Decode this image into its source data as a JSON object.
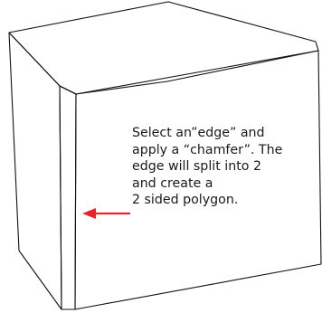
{
  "annotation": {
    "lines": [
      "Select an”edge” and",
      "apply a “chamfer”. The",
      "edge will split into 2",
      "and create a",
      "2 sided polygon."
    ]
  },
  "colors": {
    "outline": "#111111",
    "arrow": "#e8232a",
    "background": "#ffffff",
    "text": "#1a1a1a"
  }
}
